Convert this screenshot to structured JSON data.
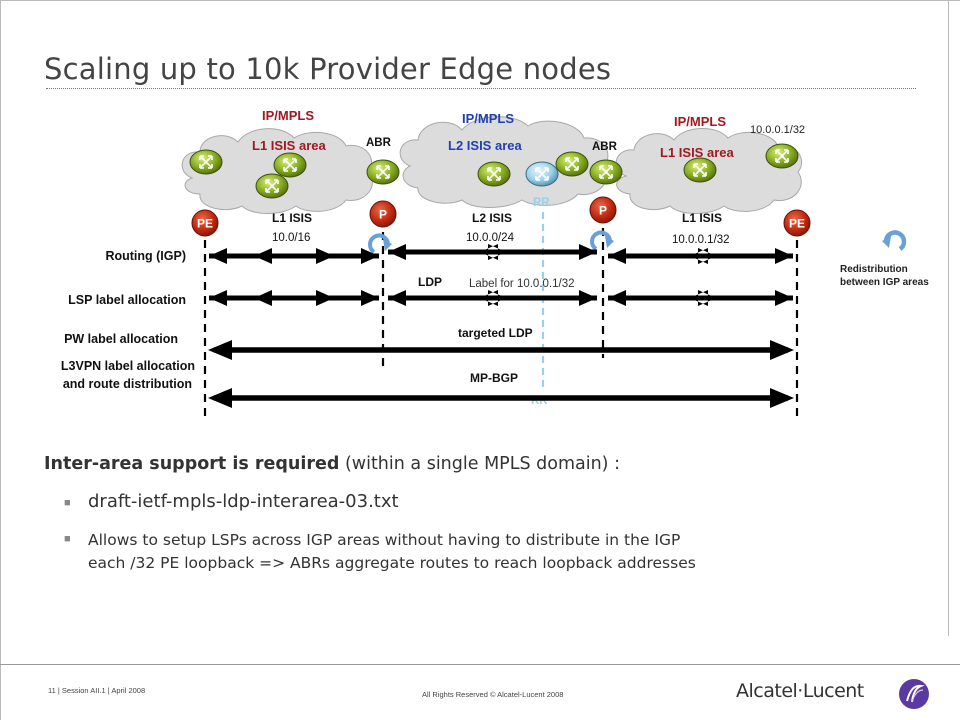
{
  "slide": {
    "title": "Scaling up to 10k Provider Edge nodes"
  },
  "diagram": {
    "clouds": [
      {
        "top_label": "IP/MPLS",
        "area_label": "L1 ISIS area"
      },
      {
        "top_label": "IP/MPLS",
        "area_label": "L2 ISIS area"
      },
      {
        "top_label": "IP/MPLS",
        "area_label": "L1 ISIS area"
      }
    ],
    "abr_labels": [
      "ABR",
      "ABR"
    ],
    "loopback_top": "10.0.0.1/32",
    "nodes": {
      "pe_left": "PE",
      "p_left": "P",
      "p_right": "P",
      "pe_right": "PE"
    },
    "rr_labels": [
      "RR",
      "RR"
    ],
    "segment_labels": [
      {
        "protocol": "L1 ISIS",
        "prefix": "10.0/16"
      },
      {
        "protocol": "L2 ISIS",
        "prefix": "10.0.0/24"
      },
      {
        "protocol": "L1 ISIS",
        "prefix": "10.0.0.1/32"
      }
    ],
    "row_labels": [
      "Routing (IGP)",
      "LSP label allocation",
      "PW label allocation",
      "L3VPN label allocation",
      "and route distribution"
    ],
    "ldp_label": "LDP",
    "ldp_note": "Label for 10.0.0.1/32",
    "targeted_ldp": "targeted LDP",
    "mp_bgp": "MP-BGP",
    "legend": {
      "line1": "Redistribution",
      "line2": "between IGP areas"
    },
    "colors": {
      "l1_red": "#a01820",
      "l2_blue": "#2040b0",
      "node_green": "#8ab020",
      "rr_blue": "#9ad0e8",
      "arrow": "#000000"
    }
  },
  "content": {
    "lead_bold": "Inter-area support is required",
    "lead_rest": " (within a single MPLS domain) :",
    "bullets": [
      "draft-ietf-mpls-ldp-interarea-03.txt",
      "Allows to setup LSPs across IGP areas without having to distribute in the IGP",
      "each /32 PE loopback => ABRs aggregate routes to reach loopback addresses"
    ]
  },
  "footer": {
    "left": "11 | Session AII.1 | April 2008",
    "center": "All Rights Reserved © Alcatel-Lucent 2008",
    "logo": "Alcatel·Lucent",
    "logo_icon": "alcatel-lucent-swirl-icon"
  }
}
